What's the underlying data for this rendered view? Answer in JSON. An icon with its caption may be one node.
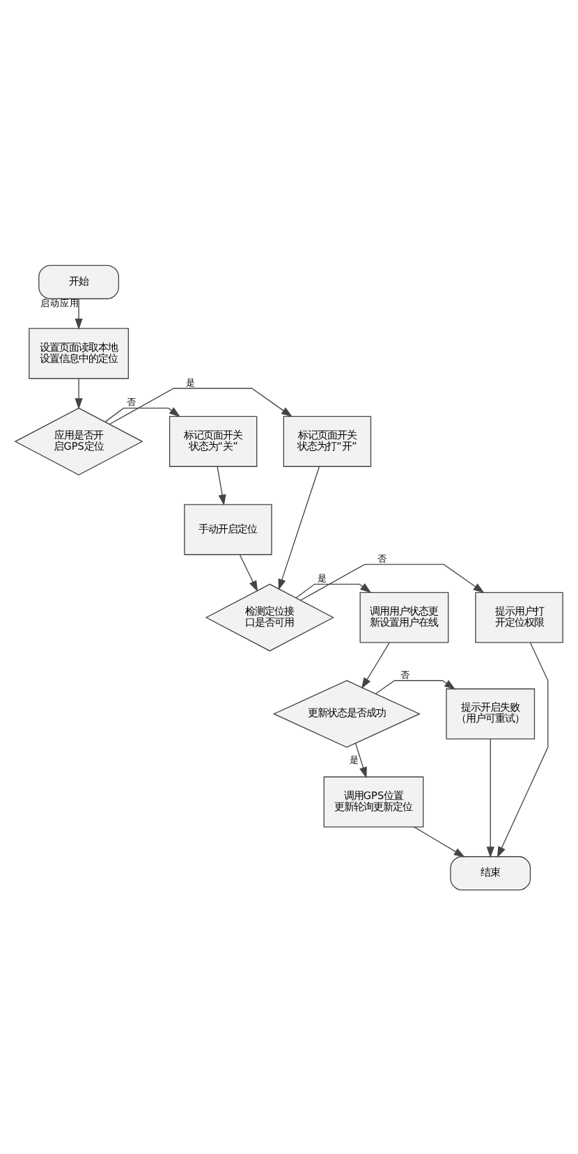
{
  "diagram": {
    "nodes": [
      {
        "text": [
          "开始"
        ]
      },
      {
        "text": [
          "设置页面读取本地设置信息中的定位"
        ]
      },
      {
        "text": [
          "应用是否开启GPS定位"
        ]
      },
      {
        "text": [
          "标记页面开关状态为打“开”"
        ]
      },
      {
        "text": [
          "标记页面开关状态为“关”"
        ]
      },
      {
        "text": [
          "手动开启定位"
        ]
      },
      {
        "text": [
          "检测定位接口是否可用"
        ]
      },
      {
        "text": [
          "调用用户状态更新设置用户在线"
        ]
      },
      {
        "text": [
          "提示用户打开定位权限"
        ]
      },
      {
        "text": [
          "更新状态是否成功"
        ]
      },
      {
        "text": [
          "提示开启失败（用户可重试）"
        ]
      },
      {
        "text": [
          "调用GPS位置更新轮询更新定位"
        ]
      },
      {
        "text": [
          "结束"
        ]
      }
    ],
    "edges": [
      {
        "from": 0,
        "to": 1,
        "arrow": "to",
        "label": "启动应用"
      },
      {
        "from": 1,
        "to": 2,
        "arrow": "to"
      },
      {
        "from": 2,
        "to": 3,
        "arrow": "to",
        "label": "是"
      },
      {
        "from": 2,
        "to": 4,
        "arrow": "to",
        "label": "否"
      },
      {
        "from": 4,
        "to": 5,
        "arrow": "to"
      },
      {
        "from": 3,
        "to": 6,
        "arrow": "to"
      },
      {
        "from": 5,
        "to": 6,
        "arrow": "to"
      },
      {
        "from": 6,
        "to": 7,
        "arrow": "to",
        "label": "是"
      },
      {
        "from": 6,
        "to": 8,
        "arrow": "to",
        "label": "否"
      },
      {
        "from": 7,
        "to": 9,
        "arrow": "to"
      },
      {
        "from": 9,
        "to": 10,
        "arrow": "to",
        "label": "否"
      },
      {
        "from": 9,
        "to": 11,
        "arrow": "to",
        "label": "是"
      },
      {
        "from": 11,
        "to": 12,
        "arrow": "to"
      },
      {
        "from": 10,
        "to": 12,
        "arrow": "to"
      },
      {
        "from": 8,
        "to": 12,
        "arrow": "to"
      }
    ]
  }
}
